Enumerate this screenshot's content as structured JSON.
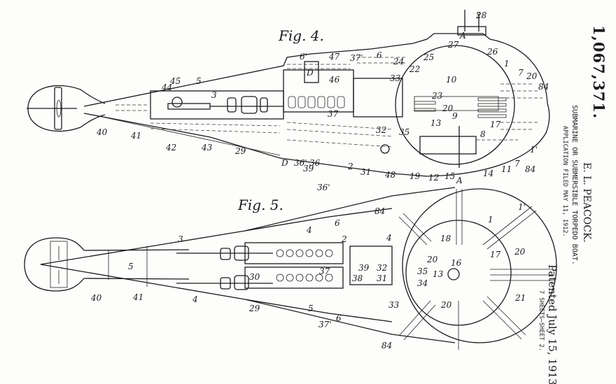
{
  "header": {
    "patent_number": "1,067,371.",
    "inventor": "E. L. PEACOCK.",
    "title": "SUBMARINE OR SUBMERSIBLE TORPEDO BOAT.",
    "application_filed": "APPLICATION FILED MAY 11, 1912.",
    "patented": "Patented July 15, 1913.",
    "sheet_info": "7 SHEETS—SHEET 2."
  },
  "figures": [
    {
      "id": "fig4",
      "caption": "Fig. 4.",
      "reference_numerals": [
        "28",
        "27",
        "A",
        "26",
        "1",
        "7",
        "20",
        "84",
        "6'",
        "47",
        "37'",
        "6",
        "24",
        "25",
        "22",
        "10",
        "23",
        "20",
        "9",
        "D",
        "46",
        "33",
        "44",
        "45",
        "5",
        "3",
        "37",
        "32",
        "35",
        "13",
        "17",
        "8",
        "40",
        "41",
        "42",
        "43",
        "29",
        "D",
        "36'",
        "36",
        "39",
        "2",
        "31",
        "48",
        "19",
        "12",
        "15",
        "A",
        "14",
        "11",
        "7",
        "84",
        "36'",
        "1'"
      ]
    },
    {
      "id": "fig5",
      "caption": "Fig. 5.",
      "reference_numerals": [
        "84",
        "6",
        "1",
        "1'",
        "4",
        "2",
        "4",
        "3",
        "5",
        "18",
        "16",
        "17",
        "20",
        "20",
        "30",
        "37",
        "39",
        "32",
        "35",
        "13",
        "21",
        "38",
        "31",
        "34",
        "20",
        "40",
        "41",
        "4",
        "29",
        "5",
        "37'",
        "6",
        "33",
        "84"
      ]
    }
  ],
  "labels4": {
    "l28": "28",
    "l27": "27",
    "lA": "A",
    "l26": "26",
    "l1": "1",
    "l7": "7",
    "l20": "20",
    "l84": "84",
    "l6p": "6'",
    "l47": "47",
    "l37p": "37'",
    "l6": "6",
    "l24": "24",
    "l25": "25",
    "l22": "22",
    "l10": "10",
    "l23": "23",
    "l20b": "20",
    "l9": "9",
    "l46": "46",
    "l33": "33",
    "l44": "44",
    "l45": "45",
    "l5": "5",
    "l3": "3",
    "l37": "37",
    "l32": "32",
    "l35": "35",
    "l13": "13",
    "l17": "17",
    "l8": "8",
    "l40": "40",
    "l41": "41",
    "l42": "42",
    "l43": "43",
    "l29": "29",
    "lD": "D",
    "l36p": "36'",
    "l36": "36",
    "l39": "39",
    "l2": "2",
    "l31": "31",
    "l48": "48",
    "l19": "19",
    "l12": "12",
    "l15": "15",
    "lA2": "A",
    "l14": "14",
    "l11": "11",
    "l7b": "7",
    "l84b": "84",
    "l36pb": "36'",
    "l1p": "1'",
    "lD2": "D"
  },
  "labels5": {
    "l84": "84",
    "l6": "6",
    "l1": "1",
    "l1p": "1'",
    "l4": "4",
    "l2": "2",
    "l4b": "4",
    "l3": "3",
    "l5": "5",
    "l18": "18",
    "l16": "16",
    "l17": "17",
    "l20": "20",
    "l20b": "20",
    "l30": "30",
    "l37": "37",
    "l39": "39",
    "l32": "32",
    "l35": "35",
    "l13": "13",
    "l21": "21",
    "l38": "38",
    "l31": "31",
    "l34": "34",
    "l20c": "20",
    "l40": "40",
    "l41": "41",
    "l4c": "4",
    "l29": "29",
    "l5b": "5",
    "l37p": "37'",
    "l6b": "6",
    "l33": "33",
    "l84b": "84"
  }
}
